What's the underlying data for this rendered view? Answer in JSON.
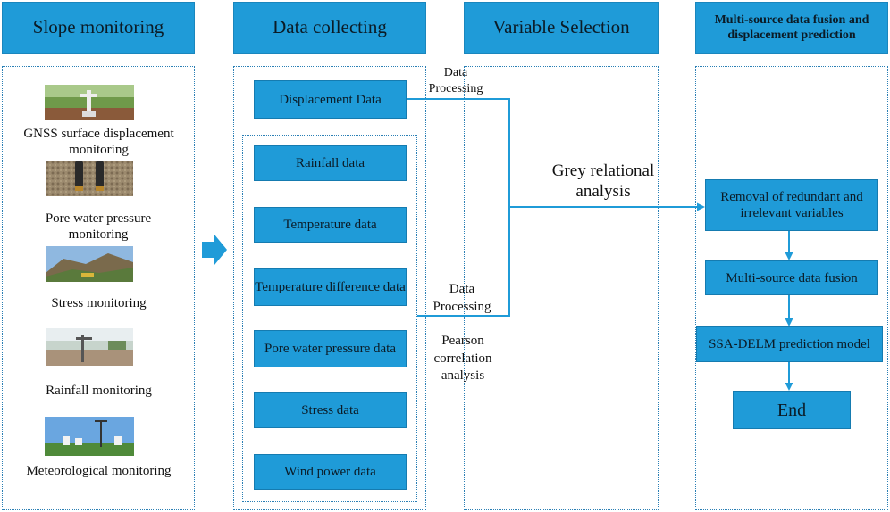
{
  "headers": {
    "slope_monitoring": "Slope monitoring",
    "data_collecting": "Data collecting",
    "variable_selection": "Variable Selection",
    "fusion": "Multi-source data fusion and  displacement prediction"
  },
  "monitoring": [
    {
      "label": "GNSS surface displacement monitoring",
      "icon": "gnss-station-photo"
    },
    {
      "label": "Pore water pressure monitoring",
      "icon": "pore-pressure-sensor-photo"
    },
    {
      "label": "Stress monitoring",
      "icon": "slope-landscape-photo"
    },
    {
      "label": "Rainfall monitoring",
      "icon": "rain-gauge-photo"
    },
    {
      "label": "Meteorological monitoring",
      "icon": "weather-station-photo"
    }
  ],
  "data_boxes": {
    "displacement": "Displacement Data",
    "rainfall": "Rainfall data",
    "temperature": "Temperature data",
    "temp_diff": "Temperature difference data",
    "pore_water": "Pore water pressure data",
    "stress": "Stress data",
    "wind": "Wind power data"
  },
  "annotations": {
    "data_processing_top": "Data Processing",
    "data_processing_bottom": "Data Processing",
    "grey_relational": "Grey relational analysis",
    "pearson": "Pearson correlation analysis"
  },
  "fusion_steps": {
    "removal": "Removal of redundant and irrelevant variables",
    "fusion": "Multi-source data fusion",
    "model": "SSA-DELM prediction model",
    "end": "End"
  },
  "colors": {
    "box_fill": "#1f9bd8",
    "line": "#1f9bd8",
    "panel_border": "#2a7fb5"
  }
}
